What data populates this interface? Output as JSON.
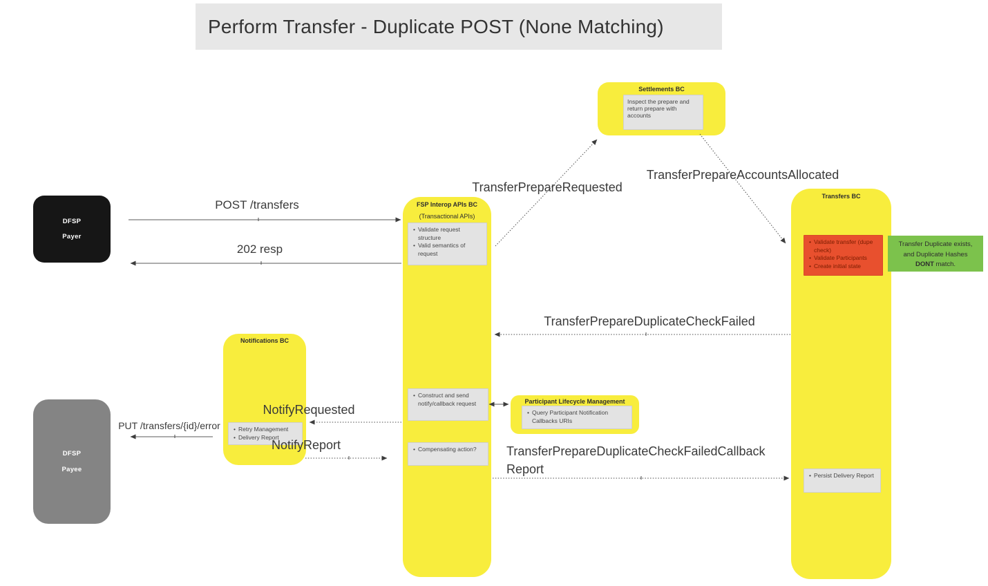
{
  "title": "Perform Transfer - Duplicate POST (None Matching)",
  "actors": {
    "payer": {
      "name": "DFSP",
      "role": "Payer"
    },
    "payee": {
      "name": "DFSP",
      "role": "Payee"
    }
  },
  "components": {
    "fsp_interop": {
      "title": "FSP Interop APIs BC",
      "subtitle": "(Transactional APIs)",
      "validate_tasks": [
        "Validate request structure",
        "Valid semantics of request"
      ],
      "construct_tasks": [
        "Construct and send notify/callback request"
      ],
      "compensating_tasks": [
        "Compensating action?"
      ]
    },
    "settlements": {
      "title": "Settlements BC",
      "note": "Inspect the prepare and return prepare with accounts"
    },
    "transfers": {
      "title": "Transfers BC",
      "validate_tasks": [
        "Validate transfer (dupe check)",
        "Validate Participants",
        "Create initial state"
      ],
      "persist_tasks": [
        "Persist Delivery Report"
      ]
    },
    "notifications": {
      "title": "Notifications BC",
      "tasks": [
        "Retry Management",
        "Delivery Report"
      ]
    },
    "participant_lifecycle": {
      "title": "Participant Lifecycle Management",
      "tasks": [
        "Query Participant Notification Callbacks URIs"
      ]
    }
  },
  "annotations": {
    "duplicate_note": {
      "line1": "Transfer Duplicate exists,",
      "line2": "and Duplicate Hashes",
      "bold_word": "DONT",
      "line3_rest": " match."
    }
  },
  "messages": {
    "post_transfers": "POST /transfers",
    "response_202": "202 resp",
    "transfer_prepare_requested": "TransferPrepareRequested",
    "transfer_prepare_accounts_allocated": "TransferPrepareAccountsAllocated",
    "transfer_prepare_duplicate_check_failed": "TransferPrepareDuplicateCheckFailed",
    "notify_requested": "NotifyRequested",
    "put_transfers_error": "PUT /transfers/{id}/error",
    "notify_report": "NotifyReport",
    "duplicate_check_failed_callback_line1": "TransferPrepareDuplicateCheckFailedCallback",
    "duplicate_check_failed_callback_line2": "Report"
  },
  "colors": {
    "component_yellow": "#f8ed3d",
    "note_gray": "#e3e3e3",
    "error_red": "#e8502e",
    "annotation_green": "#7cc24c",
    "actor_black": "#161616",
    "actor_gray": "#848484",
    "title_bar_gray": "#e7e7e7"
  }
}
